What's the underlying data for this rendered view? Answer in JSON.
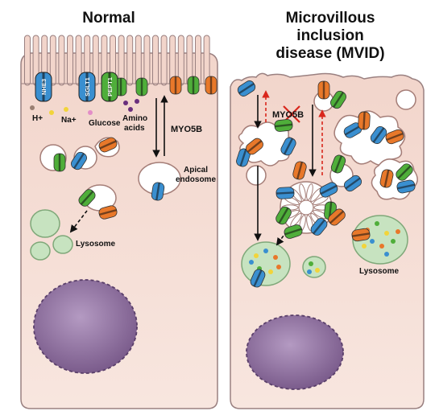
{
  "titles": {
    "normal": "Normal",
    "mvid_line1": "Microvillous",
    "mvid_line2": "inclusion",
    "mvid_line3": "disease (MVID)"
  },
  "normal_cell": {
    "transporters": [
      "NHE3",
      "SGLT1",
      "PEPT1"
    ],
    "substrates": [
      "H+",
      "Na+",
      "Glucose",
      "Amino acids"
    ],
    "amino_line1": "Amino",
    "amino_line2": "acids",
    "motor": "MYO5B",
    "apical_line1": "Apical",
    "apical_line2": "endosome",
    "lysosome": "Lysosome"
  },
  "mvid_cell": {
    "motor": "MYO5B",
    "lysosome": "Lysosome"
  },
  "colors": {
    "cell_fill": "#f5d9cf",
    "cell_stroke": "#9a8080",
    "nucleus": "#8e6f9e",
    "lysosome": "#c7e3c0",
    "red_arrow": "#d9261c",
    "transporter_blue": "#3a8fd0",
    "transporter_green": "#4fae3a",
    "transporter_orange": "#e8782a"
  }
}
